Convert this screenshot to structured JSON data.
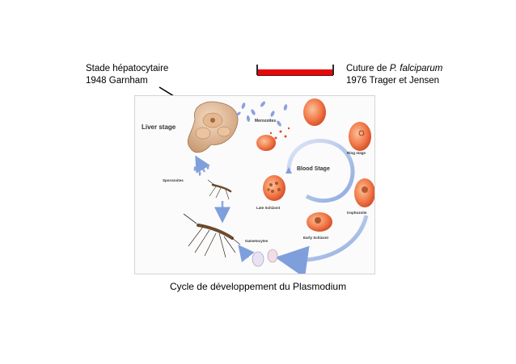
{
  "annotations": {
    "liver_stage_discovery": {
      "line1": "Stade hépatocytaire",
      "line2": "1948 Garnham"
    },
    "culture": {
      "prefix": "Cuture de ",
      "species": "P. falciparum",
      "line2": "1976 Trager et Jensen"
    }
  },
  "diagram": {
    "liver_stage": "Liver stage",
    "merozoites": "Merozoites",
    "blood_stage": "Blood Stage",
    "ring_stage": "Ring stage",
    "trophozoite": "trophozoite",
    "early_schizont": "Early Schizont",
    "late_schizont": "Late Schizont",
    "gametocytes": "Gametocytes",
    "sporozoites": "Sporozoites"
  },
  "caption": "Cycle de développement du Plasmodium"
}
